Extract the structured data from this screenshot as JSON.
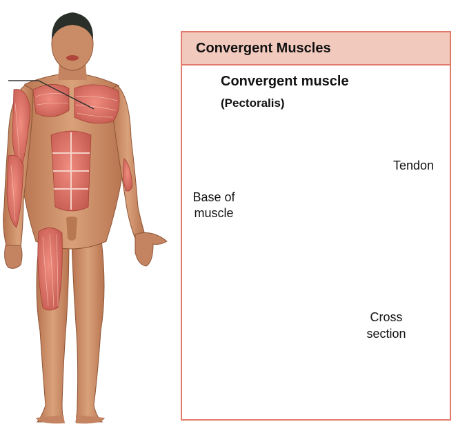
{
  "panel": {
    "title": "Convergent Muscles"
  },
  "diagram": {
    "heading": "Convergent muscle",
    "subheading": "(Pectoralis)",
    "labels": {
      "tendon": "Tendon",
      "base_line1": "Base of",
      "base_line2": "muscle",
      "cross_line1": "Cross",
      "cross_line2": "section"
    }
  },
  "colors": {
    "panel_border": "#e07a6a",
    "panel_header": "#f2c9bd",
    "muscle": "#d9695e",
    "skin": "#c88a65",
    "plane": "#9cd4ee"
  }
}
